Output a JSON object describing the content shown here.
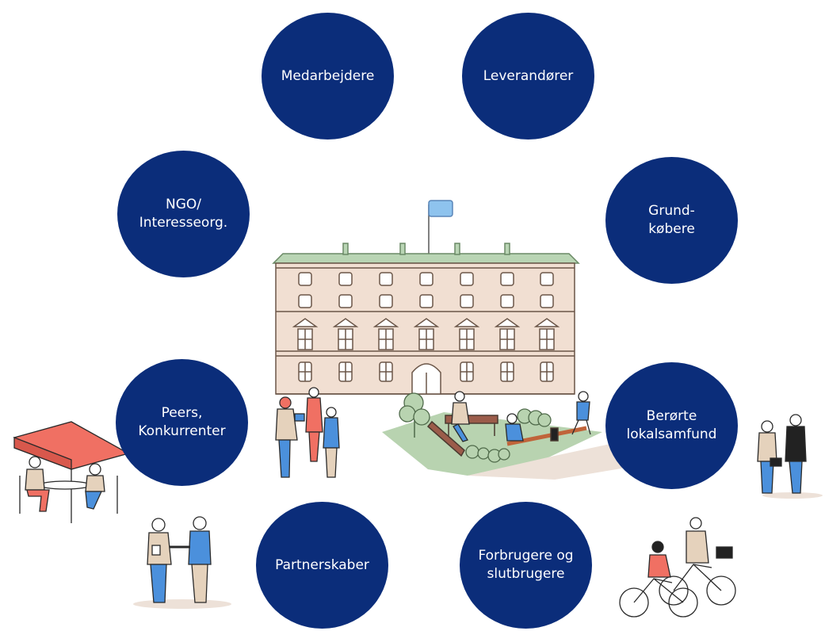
{
  "colors": {
    "node_fill": "#0b2d7a",
    "node_text": "#ffffff",
    "building": "#f1dfd2",
    "building_line": "#6b5648",
    "roof": "#b9d5b4",
    "flag": "#8ec3ee",
    "lawn": "#b8d3b0",
    "umbrella": "#f07063",
    "person_blue": "#4b90dc",
    "person_beige": "#e5d2bc",
    "person_red": "#f07063",
    "ink": "#2a2a2a"
  },
  "stakeholders": {
    "employees": "Medarbejdere",
    "suppliers": "Leverandører",
    "ngo": "NGO/\nInteresseorg.",
    "land_buyers": "Grund-\nkøbere",
    "peers": "Peers,\nKonkurrenter",
    "communities": "Berørte\nlokalsamfund",
    "partnerships": "Partnerskaber",
    "consumers": "Forbrugere og\nslutbrugere"
  }
}
